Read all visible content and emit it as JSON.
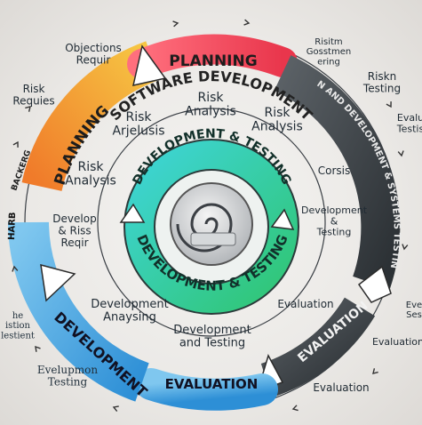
{
  "diagram": {
    "title": "SOFTWARE DEVELOPMENT",
    "stages": {
      "planning_top": "PLANNING",
      "planning_left": "PLANNING",
      "planning_sub": "BACKERG",
      "dev_sub": "HARB",
      "development": "DEVELOPMENT",
      "evaluation_blue": "EVALUATION",
      "evaluation_dark": "EVALUATION",
      "right_band": "DESIGN AND DEVELOPMENT & SYSTEMS TESTING"
    },
    "inner": {
      "top": "DEVELOPMENT & TESTING",
      "bottom": "DEVELOPMENT & TESTING"
    },
    "annotations": [
      {
        "id": "objections",
        "lines": [
          "Objections",
          "Requir"
        ]
      },
      {
        "id": "risk-requies",
        "lines": [
          "Risk",
          "Requies"
        ]
      },
      {
        "id": "risk-analysis-top",
        "lines": [
          "Risk",
          "Analysis"
        ]
      },
      {
        "id": "risk-analysis-right",
        "lines": [
          "Risk",
          "Analysis"
        ]
      },
      {
        "id": "risk-arjelusis",
        "lines": [
          "Risk",
          "Arjelusis"
        ]
      },
      {
        "id": "risk-analysis-left",
        "lines": [
          "Risk",
          "Analysis"
        ]
      },
      {
        "id": "develop-risk",
        "lines": [
          "Develop",
          "& Riss",
          "Reqir"
        ]
      },
      {
        "id": "gosstmen",
        "lines": [
          "Risitm",
          "Gosstmen",
          "ering"
        ]
      },
      {
        "id": "risk-testing",
        "lines": [
          "Riskn",
          "Testing"
        ]
      },
      {
        "id": "evalu-testing",
        "lines": [
          "Evalu",
          "Testis"
        ]
      },
      {
        "id": "corsis",
        "lines": [
          "Corsis"
        ]
      },
      {
        "id": "dev-testing-right",
        "lines": [
          "Development",
          "&",
          "Testing"
        ]
      },
      {
        "id": "evaluation-mid",
        "lines": [
          "Evaluation"
        ]
      },
      {
        "id": "dev-anaysing",
        "lines": [
          "Development",
          "Anaysing"
        ]
      },
      {
        "id": "dev-testing-bottom",
        "lines": [
          "Development",
          "and Testing"
        ]
      },
      {
        "id": "evaluation-right",
        "lines": [
          "Evaluation"
        ]
      },
      {
        "id": "evaluation-bottom",
        "lines": [
          "Evaluation"
        ]
      },
      {
        "id": "evelupmon",
        "lines": [
          "Evelupmon",
          "Testing"
        ]
      },
      {
        "id": "estion",
        "lines": [
          "he",
          "istion",
          "lestient"
        ]
      },
      {
        "id": "far-right",
        "lines": [
          "Eve",
          "Ses"
        ]
      }
    ]
  }
}
